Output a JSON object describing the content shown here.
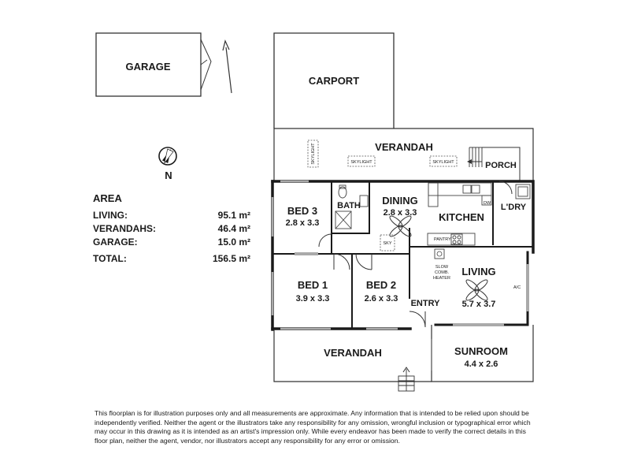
{
  "rooms": {
    "garage": "GARAGE",
    "carport": "CARPORT",
    "verandah_top": "VERANDAH",
    "porch": "PORCH",
    "bed3": {
      "name": "BED 3",
      "dims": "2.8 x 3.3"
    },
    "bath": "BATH",
    "dining": {
      "name": "DINING",
      "dims": "2.8 x 3.3"
    },
    "kitchen": "KITCHEN",
    "laundry": "L'DRY",
    "living": {
      "name": "LIVING",
      "dims": "5.7 x 3.7"
    },
    "bed1": {
      "name": "BED 1",
      "dims": "3.9 x 3.3"
    },
    "bed2": {
      "name": "BED 2",
      "dims": "2.6 x 3.3"
    },
    "entry": "ENTRY",
    "verandah_bottom": "VERANDAH",
    "sunroom": {
      "name": "SUNROOM",
      "dims": "4.4 x 2.6"
    }
  },
  "fixtures": {
    "skylight_vertical": "SKYLIGHT",
    "skylight_1": "SKYLIGHT",
    "skylight_2": "SKYLIGHT",
    "sky": "SKY",
    "pantry": "PANTRY",
    "dw": "DW",
    "heater": [
      "SLOW",
      "COMB.",
      "HEATER"
    ],
    "ac": "A/C"
  },
  "compass": {
    "north": "N"
  },
  "area": {
    "title": "AREA",
    "rows": [
      {
        "label": "LIVING:",
        "value": "95.1 m²"
      },
      {
        "label": "VERANDAHS:",
        "value": "46.4 m²"
      },
      {
        "label": "GARAGE:",
        "value": "15.0 m²"
      }
    ],
    "total": {
      "label": "TOTAL:",
      "value": "156.5 m²"
    }
  },
  "disclaimer": "This floorplan is for illustration purposes only and all measurements are approximate. Any information that is intended to be relied upon should be independently verified. Neither the agent or the illustrators take any responsibility for any omission, wrongful inclusion or typographical error which may occur in this drawing as it is intended as an artist's impression only. While every endeavor has been made to verify the correct details in this floor plan, neither the agent, vendor, nor illustrators accept any responsibility for any error or omission."
}
